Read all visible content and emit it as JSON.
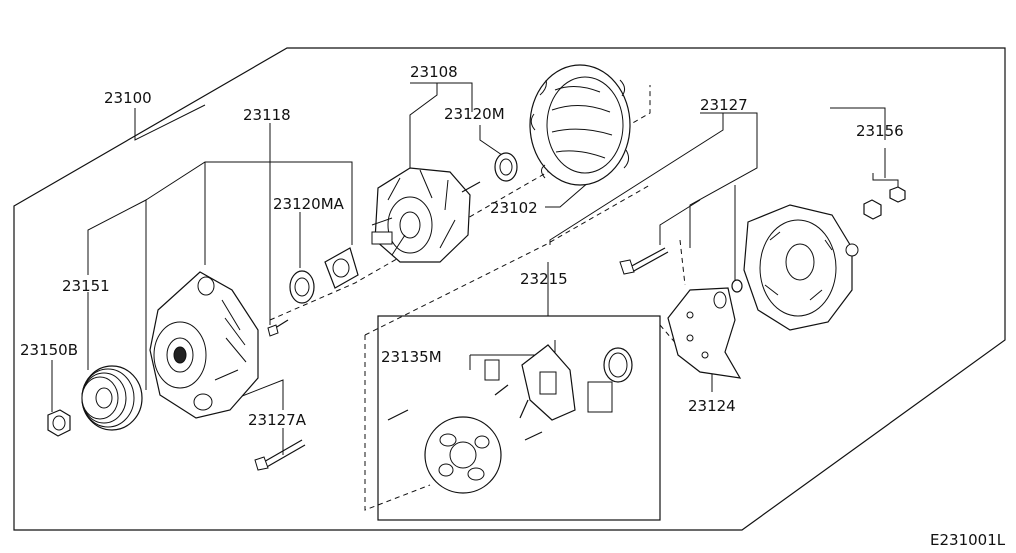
{
  "diagram": {
    "labels": {
      "p23100": "23100",
      "p23108": "23108",
      "p23120M": "23120M",
      "p23118": "23118",
      "p23120MA": "23120MA",
      "p23102": "23102",
      "p23127": "23127",
      "p23156": "23156",
      "p23151": "23151",
      "p23150B": "23150B",
      "p23215": "23215",
      "p23135M": "23135M",
      "p23124": "23124",
      "p23127A": "23127A"
    },
    "code": "E231001L"
  }
}
